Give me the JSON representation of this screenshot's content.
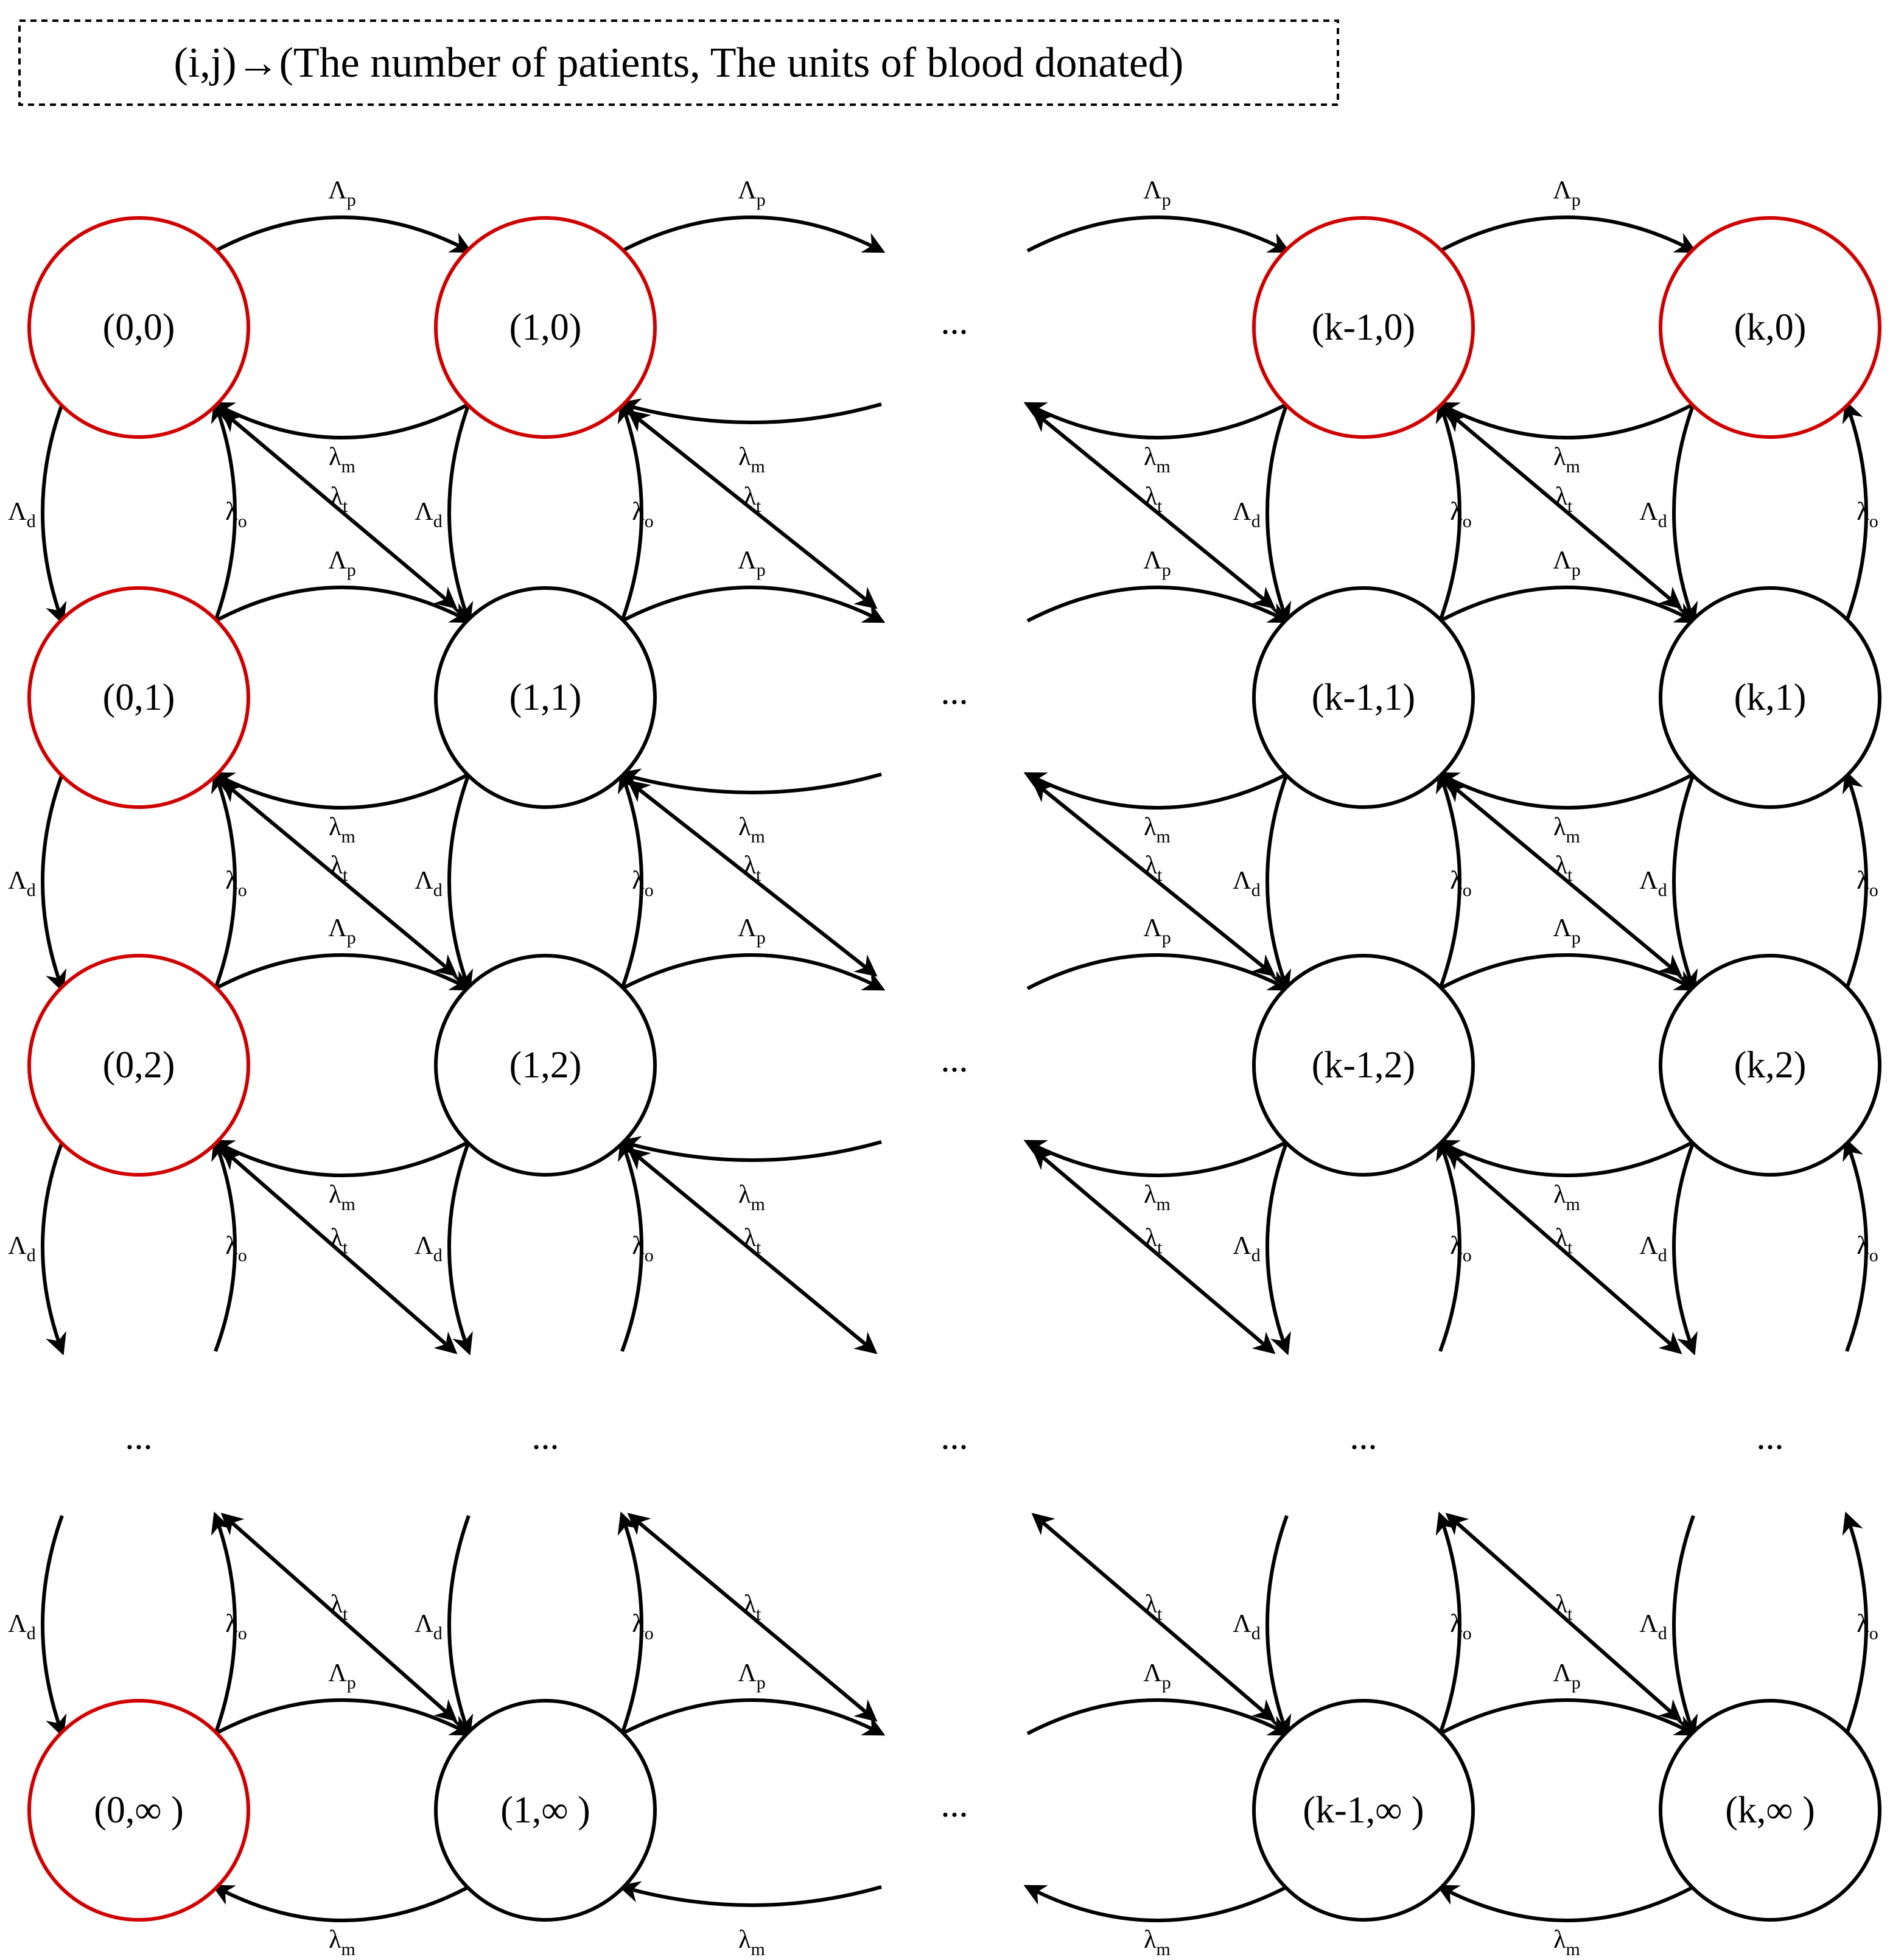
{
  "legend": "(i,j)→(The number of patients, The units of blood donated)",
  "columns": [
    "0",
    "1",
    "k-1",
    "k"
  ],
  "rows": [
    "0",
    "1",
    "2",
    "∞"
  ],
  "nodes": [
    [
      "(0,0)",
      "(1,0)",
      "(k-1,0)",
      "(k,0)"
    ],
    [
      "(0,1)",
      "(1,1)",
      "(k-1,1)",
      "(k,1)"
    ],
    [
      "(0,2)",
      "(1,2)",
      "(k-1,2)",
      "(k,2)"
    ],
    [
      "(0,∞ )",
      "(1,∞ )",
      "(k-1,∞ )",
      "(k,∞ )"
    ]
  ],
  "highlighted_nodes": [
    "(0,0)",
    "(1,0)",
    "(k-1,0)",
    "(k,0)",
    "(0,1)",
    "(0,2)",
    "(0,∞ )"
  ],
  "ellipsis": "...",
  "rates": {
    "arrival_patient": {
      "base": "Λ",
      "sub": "p"
    },
    "donation": {
      "base": "Λ",
      "sub": "d"
    },
    "leave_m": {
      "base": "λ",
      "sub": "m"
    },
    "leave_o": {
      "base": "λ",
      "sub": "o"
    },
    "transfusion": {
      "base": "λ",
      "sub": "t"
    }
  },
  "colors": {
    "highlight": "#d00000",
    "normal": "#000000",
    "background": "#ffffff"
  }
}
